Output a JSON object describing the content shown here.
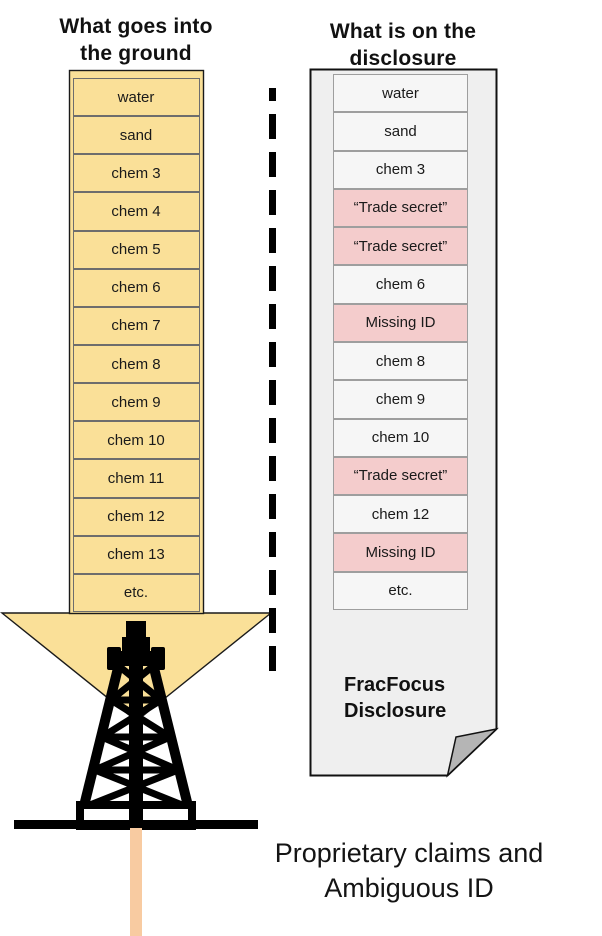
{
  "left_panel": {
    "title": "What goes into\nthe ground",
    "items": [
      "water",
      "sand",
      "chem 3",
      "chem 4",
      "chem 5",
      "chem 6",
      "chem 7",
      "chem 8",
      "chem 9",
      "chem 10",
      "chem 11",
      "chem 12",
      "chem 13",
      "etc."
    ]
  },
  "right_panel": {
    "title": "What is on the\ndisclosure",
    "rows": [
      {
        "label": "water",
        "flagged": false
      },
      {
        "label": "sand",
        "flagged": false
      },
      {
        "label": "chem 3",
        "flagged": false
      },
      {
        "label": "“Trade secret”",
        "flagged": true
      },
      {
        "label": "“Trade secret”",
        "flagged": true
      },
      {
        "label": "chem 6",
        "flagged": false
      },
      {
        "label": "Missing ID",
        "flagged": true
      },
      {
        "label": "chem 8",
        "flagged": false
      },
      {
        "label": "chem 9",
        "flagged": false
      },
      {
        "label": "chem 10",
        "flagged": false
      },
      {
        "label": "“Trade secret”",
        "flagged": true
      },
      {
        "label": "chem 12",
        "flagged": false
      },
      {
        "label": "Missing ID",
        "flagged": true
      },
      {
        "label": "etc.",
        "flagged": false
      }
    ],
    "doc_label": "FracFocus\nDisclosure"
  },
  "caption": "Proprietary claims and\nAmbiguous ID",
  "colors": {
    "arrow_yellow": "#fae098",
    "flagged_pink": "#f4cccc",
    "row_gray": "#f6f6f6",
    "doc_gray": "#efefef",
    "fold_gray": "#b5b5b5",
    "well_bore": "#f8cba1"
  },
  "icons": {
    "down_arrow": "down-arrow-shape",
    "derrick": "oil-derrick-icon",
    "divider": "dashed-divider-line",
    "document": "dog-eared-document-shape",
    "ground": "ground-line",
    "well": "well-bore-line"
  }
}
